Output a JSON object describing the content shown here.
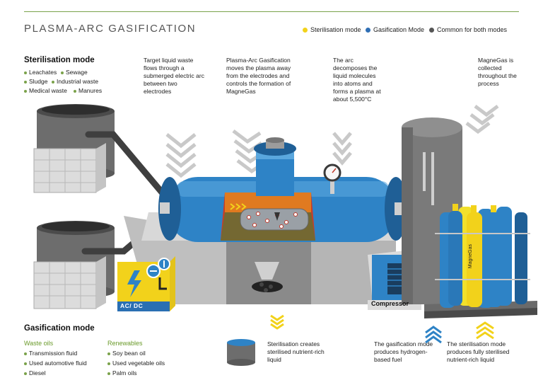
{
  "title": "PLASMA-ARC GASIFICATION",
  "legend": [
    {
      "label": "Sterilisation mode",
      "color": "#f2d21b"
    },
    {
      "label": "Gasification Mode",
      "color": "#2f6fb5"
    },
    {
      "label": "Common for both modes",
      "color": "#555555"
    }
  ],
  "sterilisation": {
    "heading": "Sterilisation mode",
    "items": [
      "Leachates",
      "Sewage",
      "Sludge",
      "Industrial waste",
      "Medical waste",
      "Manures"
    ]
  },
  "callouts": {
    "c1": "Target liquid waste flows through a submerged electric arc between two electrodes",
    "c2": "Plasma-Arc Gasification moves the plasma away from the electrodes and controls the formation of MagneGas",
    "c3": "The arc decomposes the liquid molecules into atoms and forms a plasma at about 5,500°C",
    "c4": "MagneGas is collected throughout the process"
  },
  "labels": {
    "acdc": "AC/ DC",
    "compressor": "Compressor",
    "cylinder_text": "MagneGas"
  },
  "gasification": {
    "heading": "Gasification mode",
    "waste_oils_heading": "Waste oils",
    "waste_oils": [
      "Transmission fluid",
      "Used automotive fluid",
      "Diesel"
    ],
    "renewables_heading": "Renewables",
    "renewables": [
      "Soy bean oil",
      "Used vegetable oils",
      "Palm oils"
    ]
  },
  "bottom": {
    "b1": "Sterilisation creates sterilised nutrient-rich liquid",
    "b2": "The gasification mode produces hydrogen-based fuel",
    "b3": "The sterilisation mode produces fully sterilised nutrient-rich liquid"
  }
}
